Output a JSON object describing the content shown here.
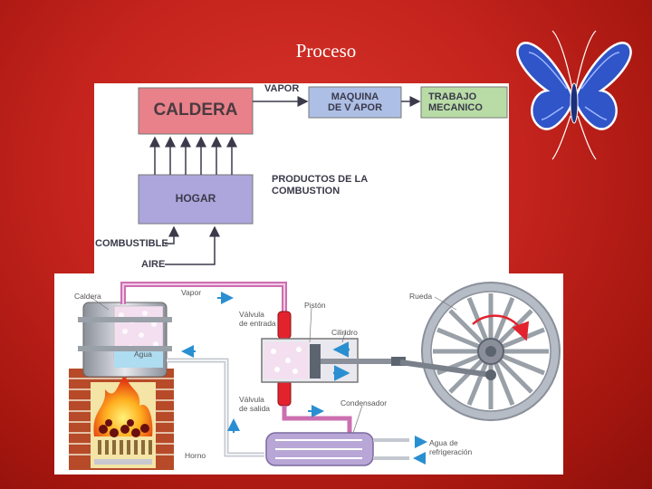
{
  "slide": {
    "title": "Proceso"
  },
  "flow": {
    "caldera": "CALDERA",
    "vapor": "VAPOR",
    "maquina": "MAQUINA\nDE V APOR",
    "trabajo": "TRABAJO\nMECANICO",
    "hogar": "HOGAR",
    "productos": "PRODUCTOS DE LA\nCOMBUSTION",
    "combustible": "COMBUSTIBLE",
    "aire": "AIRE"
  },
  "engine": {
    "caldera": "Caldera",
    "vapor": "Vapor",
    "valvula_entrada": "Válvula\nde entrada",
    "piston": "Pistón",
    "cilindro": "Cilindro",
    "rueda": "Rueda",
    "agua": "Agua",
    "valvula_salida": "Válvula\nde salida",
    "condensador": "Condensador",
    "horno": "Horno",
    "agua_refrigeracion": "Agua de\nrefrigeración"
  },
  "colors": {
    "caldera_box": "#e8818a",
    "maquina_box": "#aebfe6",
    "trabajo_box": "#b9dca6",
    "hogar_box": "#aca6dc",
    "vapor_pipe": "#cc6fb0",
    "arrow_blue": "#2a8fd0"
  }
}
